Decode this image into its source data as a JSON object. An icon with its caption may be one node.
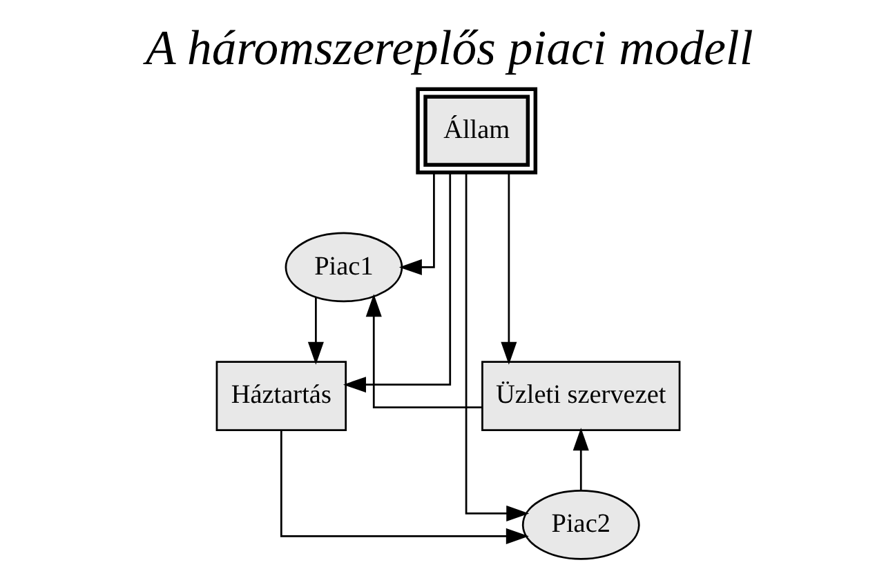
{
  "diagram": {
    "title": "A háromszereplős piaci modell",
    "nodes": [
      {
        "text": [
          "Piac1"
        ]
      },
      {
        "text": [
          "Háztartás"
        ]
      },
      {
        "text": [
          "Üzleti szervezet"
        ]
      },
      {
        "text": [
          "Piac2"
        ]
      },
      {
        "text": [
          "Állam"
        ]
      }
    ],
    "edges": [
      {
        "from": 0,
        "to": 1,
        "arrow": "to"
      },
      {
        "from": 2,
        "to": 0,
        "arrow": "to"
      },
      {
        "from": 1,
        "to": 3,
        "arrow": "to"
      },
      {
        "from": 3,
        "to": 2,
        "arrow": "to"
      },
      {
        "from": 4,
        "to": 0,
        "arrow": "to"
      },
      {
        "from": 4,
        "to": 3,
        "arrow": "to"
      },
      {
        "from": 4,
        "to": 1,
        "arrow": "to"
      },
      {
        "from": 4,
        "to": 2,
        "arrow": "to"
      }
    ]
  }
}
